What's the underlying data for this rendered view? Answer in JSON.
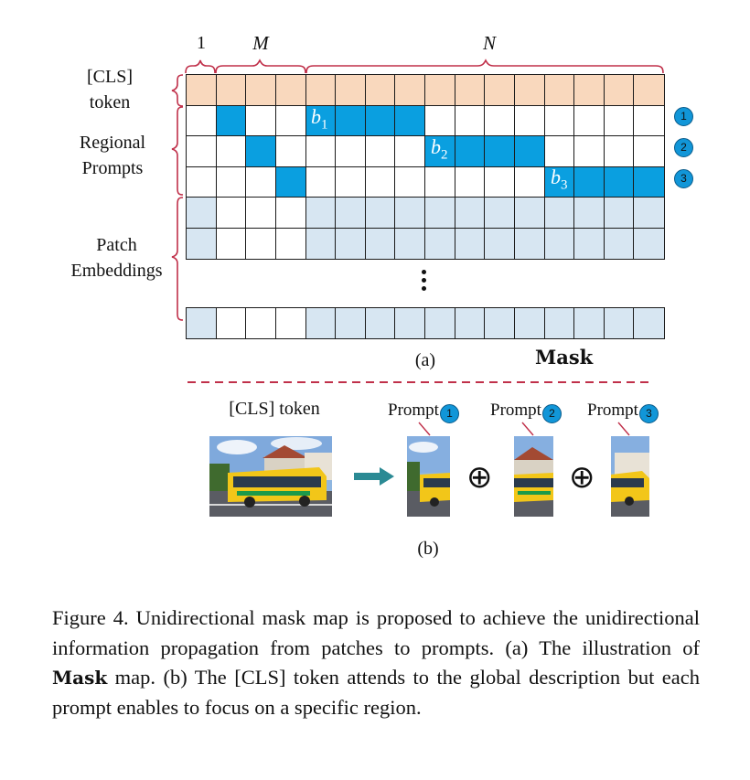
{
  "figure_a": {
    "top_labels": {
      "one": "1",
      "m": "M",
      "n": "N"
    },
    "row_labels": {
      "cls_line1": "[CLS]",
      "cls_line2": "token",
      "regional_line1": "Regional",
      "regional_line2": "Prompts",
      "patch_line1": "Patch",
      "patch_line2": "Embeddings"
    },
    "b_labels": [
      {
        "base": "b",
        "sub": "1"
      },
      {
        "base": "b",
        "sub": "2"
      },
      {
        "base": "b",
        "sub": "3"
      }
    ],
    "prompt_markers": [
      "1",
      "2",
      "3"
    ],
    "sublabel": "(a)",
    "mask_title": "Mask"
  },
  "figure_b": {
    "cls_label": "[CLS] token",
    "prompts": [
      {
        "text": "Prompt",
        "num": "1"
      },
      {
        "text": "Prompt",
        "num": "2"
      },
      {
        "text": "Prompt",
        "num": "3"
      }
    ],
    "plus_symbol": "⊕",
    "sublabel": "(b)"
  },
  "caption": {
    "prefix": "Figure 4.  Unidirectional mask map is proposed to achieve the unidirectional information propagation from patches to prompts. (a) The illustration of ",
    "mask_word": "Mask",
    "suffix": " map.  (b) The [CLS] token attends to the global description but each prompt enables to focus on a specific region."
  },
  "colors": {
    "cls_row": "#f9d8bd",
    "mask_blue": "#0a9fe0",
    "patch_light": "#d7e6f2",
    "brace_red": "#c0304a",
    "arrow_teal": "#2b8a94"
  }
}
